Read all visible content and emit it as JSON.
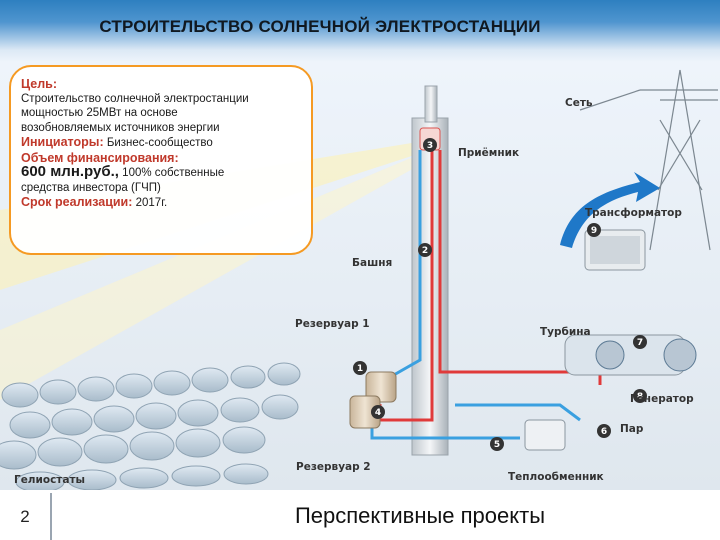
{
  "header": {
    "title": "СТРОИТЕЛЬСТВО СОЛНЕЧНОЙ ЭЛЕКТРОСТАНЦИИ"
  },
  "info": {
    "goal_label": "Цель:",
    "goal_text_1": "Строительство солнечной электростанции",
    "goal_text_2": "мощностью 25МВт на основе",
    "goal_text_3": "возобновляемых источников энергии",
    "initiators_label": "Инициаторы:",
    "initiators_value": "Бизнес-сообщество",
    "funding_label": "Объем финансирования:",
    "funding_amount": "600 млн.руб.,",
    "funding_share": "100% собственные",
    "funding_source": "средства инвестора (ГЧП)",
    "deadline_label": "Срок реализации:",
    "deadline_value": "2017г."
  },
  "diagram": {
    "labels": {
      "grid": "Сеть",
      "receiver": "Приёмник",
      "transformer": "Трансформатор",
      "tower": "Башня",
      "reservoir1": "Резервуар 1",
      "turbine": "Турбина",
      "generator": "Генератор",
      "steam": "Пар",
      "heliostats": "Гелиостаты",
      "reservoir2": "Резервуар 2",
      "heat_exchanger": "Теплообменник"
    },
    "markers": [
      "1",
      "2",
      "3",
      "4",
      "5",
      "6",
      "7",
      "8",
      "9"
    ],
    "colors": {
      "hot_pipe": "#e03a3a",
      "cold_pipe": "#3aa0e0",
      "accent": "#f59a23",
      "arrow_blue": "#1f78c8"
    }
  },
  "footer": {
    "page_number": "2",
    "title": "Перспективные проекты"
  }
}
